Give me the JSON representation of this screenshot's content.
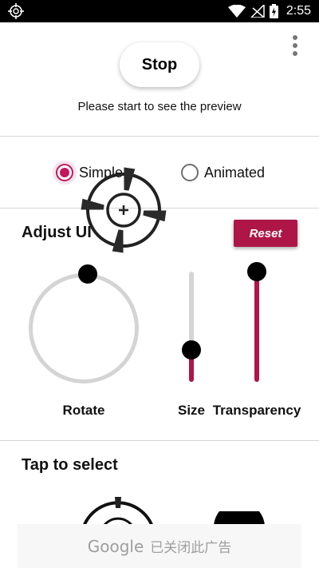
{
  "status_bar": {
    "time": "2:55"
  },
  "main": {
    "stop_label": "Stop",
    "preview_hint": "Please start to see the preview"
  },
  "style_options": [
    {
      "label": "Simple",
      "selected": true
    },
    {
      "label": "Animated",
      "selected": false
    }
  ],
  "adjust": {
    "title": "Adjust UI",
    "reset_label": "Reset",
    "rotate_label": "Rotate",
    "size_label": "Size",
    "size_level": 0.29,
    "transparency_label": "Transparency",
    "transparency_level": 1.0
  },
  "tap_section": {
    "title": "Tap to select"
  },
  "ad": {
    "brand": "Google",
    "text": "已关闭此广告"
  },
  "colors": {
    "accent": "#ad1646",
    "radio_accent": "#c2185b",
    "track_inactive": "#d4d4d4"
  }
}
